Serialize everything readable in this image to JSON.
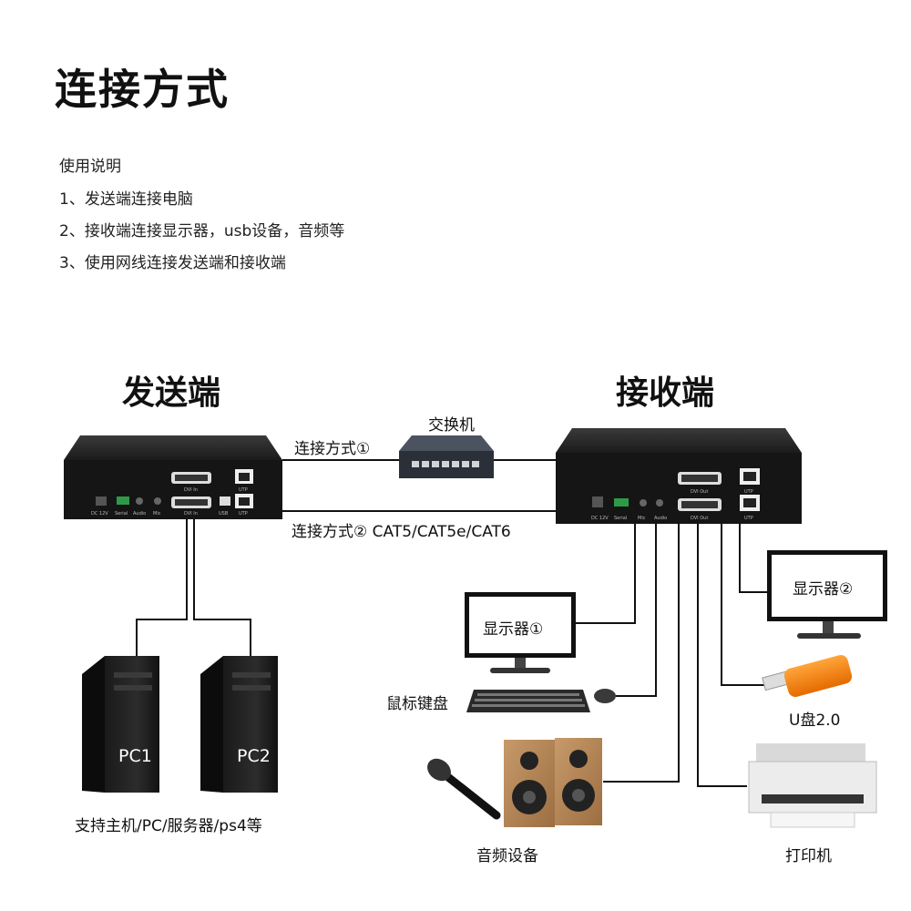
{
  "title": "连接方式",
  "instructions": {
    "heading": "使用说明",
    "items": [
      "1、发送端连接电脑",
      "2、接收端连接显示器，usb设备，音频等",
      "3、使用网线连接发送端和接收端"
    ]
  },
  "sender": {
    "title": "发送端",
    "port_labels": {
      "dc": "DC 12V",
      "serial": "Serial",
      "audio": "Audio",
      "mic": "Mic",
      "dvi_in_top": "DVI In",
      "dvi_in_bottom": "DVI In",
      "usb": "USB",
      "utp_top": "UTP",
      "utp_bottom": "UTP"
    }
  },
  "receiver": {
    "title": "接收端",
    "port_labels": {
      "dc": "DC 12V",
      "serial": "Serial",
      "mic": "Mic",
      "audio": "Audio",
      "dvi_out_top": "DVI Out",
      "dvi_out_bottom": "DVI Out",
      "utp_top": "UTP",
      "utp_bottom": "UTP"
    }
  },
  "switch_label": "交换机",
  "connection1": "连接方式①",
  "connection2": "连接方式② CAT5/CAT5e/CAT6",
  "pcs": [
    "PC1",
    "PC2"
  ],
  "pc_caption": "支持主机/PC/服务器/ps4等",
  "devices": {
    "monitor1": "显示器①",
    "monitor2": "显示器②",
    "keyboard_mouse": "鼠标键盘",
    "usb_drive": "U盘2.0",
    "audio": "音频设备",
    "printer": "打印机"
  }
}
